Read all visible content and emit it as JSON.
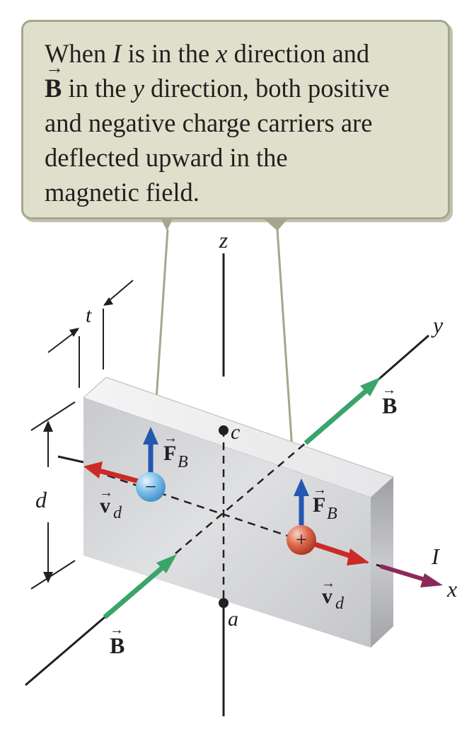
{
  "callout": {
    "line1_a": "When ",
    "line1_I": "I",
    "line1_b": " is in the ",
    "line1_x": "x",
    "line1_c": " direction and",
    "line2_B": "B",
    "line2_a": " in the ",
    "line2_y": "y",
    "line2_b": " direction, both positive",
    "line3": "and negative charge carriers are",
    "line4": "deflected upward in the",
    "line5": "magnetic field."
  },
  "axes": {
    "x": "x",
    "y": "y",
    "z": "z"
  },
  "labels": {
    "thickness": "t",
    "height": "d",
    "point_top": "c",
    "point_bottom": "a",
    "current": "I",
    "field": "B",
    "force": "F",
    "force_sub": "B",
    "velocity": "v",
    "velocity_sub": "d",
    "negative_sign": "−",
    "positive_sign": "+"
  },
  "colors": {
    "field_arrow": "#3aa46a",
    "velocity_arrow": "#cc2a27",
    "force_arrow": "#2457b0",
    "current_arrow": "#8b2a5a",
    "negative_charge": "#6fb8e8",
    "positive_charge": "#d8573c",
    "callout_fill": "#dfe0cb"
  }
}
